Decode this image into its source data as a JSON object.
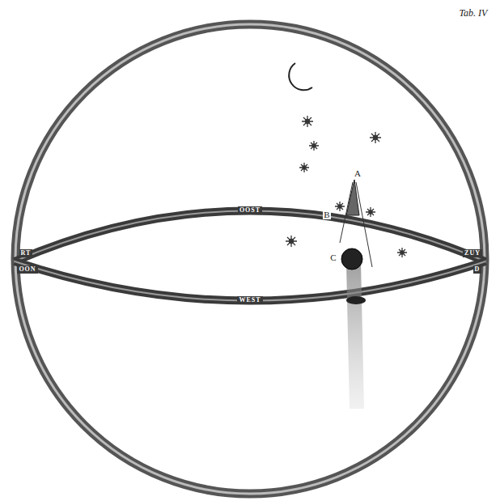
{
  "diagram": {
    "labels": [
      "Tab. IV",
      "A",
      "B",
      "C",
      "OOST",
      "WEST",
      "RT",
      "OON",
      "ZUY",
      "D"
    ]
  }
}
